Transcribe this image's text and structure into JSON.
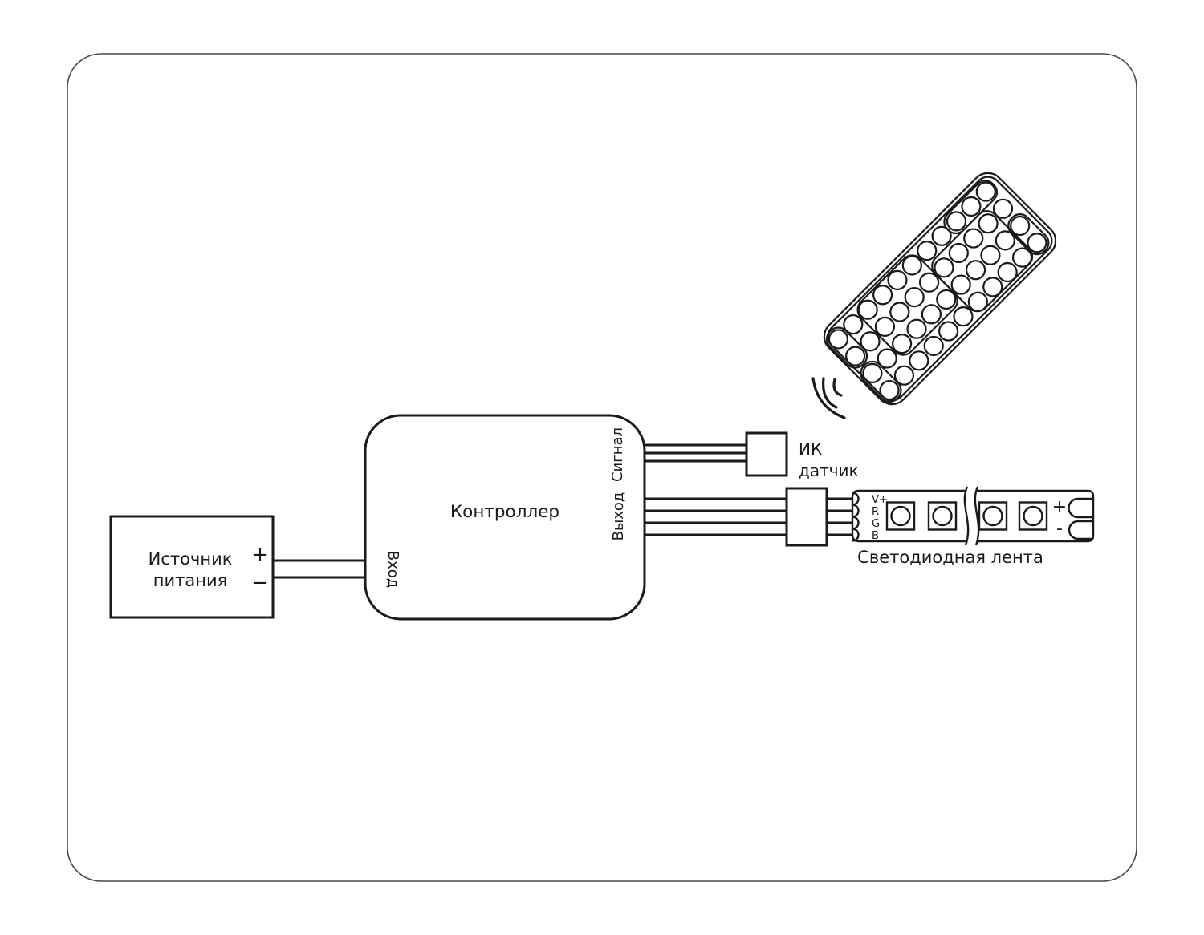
{
  "page": {
    "background": "#ffffff",
    "border_color": "#4a4a4a",
    "line_color": "#1a1a1a"
  },
  "power_supply": {
    "label_line1": "Источник",
    "label_line2": "питания",
    "plus": "+",
    "minus": "−"
  },
  "controller": {
    "label": "Контроллер",
    "input_label": "Вход",
    "signal_label": "Сигнал",
    "output_label": "Выход"
  },
  "ir_sensor": {
    "label_line1": "ИК",
    "label_line2": "датчик"
  },
  "led_strip": {
    "label": "Светодиодная лента",
    "pins": [
      "V+",
      "R",
      "G",
      "B"
    ],
    "plus": "+",
    "minus": "-"
  },
  "icons": {
    "remote": "ir-remote-44-key",
    "waves": "ir-signal-waves"
  }
}
